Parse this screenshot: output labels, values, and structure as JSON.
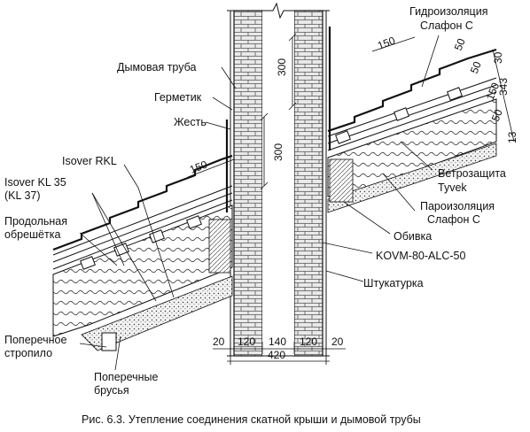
{
  "labels": {
    "chimney": "Дымовая труба",
    "sealant": "Герметик",
    "tin": "Жесть",
    "isover_rkl": "Isover RKL",
    "isover_kl35_1": "Isover KL 35",
    "isover_kl35_2": "(KL 37)",
    "longitudinal_1": "Продольная",
    "longitudinal_2": "обрешётка",
    "transverse_rafter_1": "Поперечное",
    "transverse_rafter_2": "стропило",
    "transverse_bars_1": "Поперечные",
    "transverse_bars_2": "брусья",
    "waterproofing_1": "Гидроизоляция",
    "waterproofing_2": "Слафон С",
    "wind_1": "Ветрозащита",
    "wind_2": "Tyvek",
    "vapor_1": "Пароизоляция",
    "vapor_2": "Слафон С",
    "lining": "Обивка",
    "kovm": "KOVM-80-ALC-50",
    "plaster": "Штукатурка"
  },
  "dimensions": {
    "d300_top": "300",
    "d300_mid": "300",
    "d150_left": "150",
    "d150_right": "150",
    "r30": "30",
    "r50a": "50",
    "r50b": "50",
    "r343": "343",
    "r150": "150",
    "r50c": "50",
    "r13": "13",
    "b20a": "20",
    "b120a": "120",
    "b140": "140",
    "b120b": "120",
    "b20b": "20",
    "b420": "420"
  },
  "caption": "Рис. 6.3. Утепление соединения скатной крыши и дымовой трубы"
}
